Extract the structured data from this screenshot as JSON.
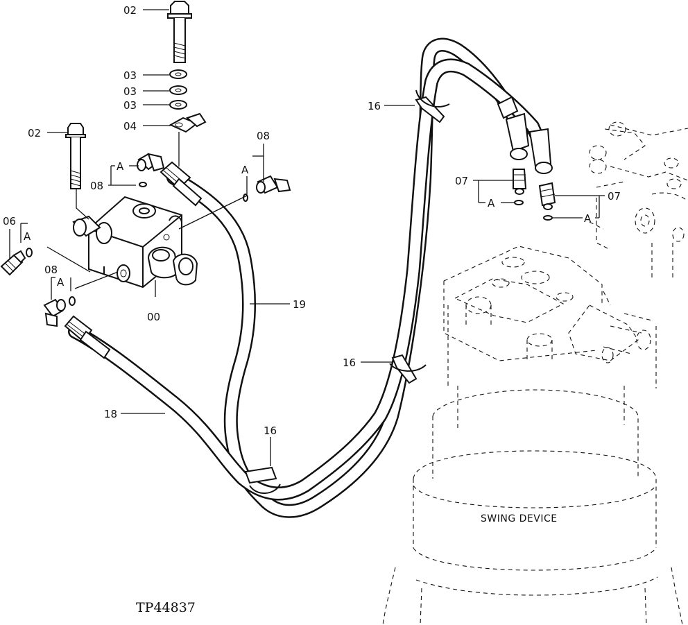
{
  "labels": {
    "bolt_top": "02",
    "washer_1": "03",
    "washer_2": "03",
    "washer_3": "03",
    "bracket": "04",
    "bolt_left": "02",
    "elbow_right": "08",
    "ref_right": "A",
    "elbow_upper": "08",
    "ref_upper": "A",
    "fitting_left": "06",
    "ref_left": "A",
    "elbow_lower": "08",
    "ref_lower": "A",
    "valve": "00",
    "hose_19": "19",
    "hose_18": "18",
    "clamp_top": "16",
    "clamp_mid": "16",
    "clamp_low": "16",
    "adapter_left": "07",
    "ref_adapter_left": "A",
    "adapter_right": "07",
    "ref_adapter_right": "A"
  },
  "caption": "SWING DEVICE",
  "figure_id": "TP44837"
}
